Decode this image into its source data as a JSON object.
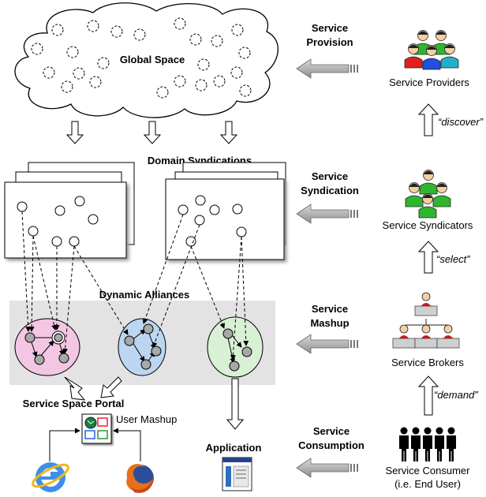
{
  "global_space": "Global Space",
  "domain_syndications": "Domain Syndications",
  "dynamic_alliances": "Dynamic Alliances",
  "service_space_portal": "Service Space Portal",
  "user_mashup": "User Mashup",
  "application": "Application",
  "flows": {
    "provision": [
      "Service",
      "Provision"
    ],
    "syndication": [
      "Service",
      "Syndication"
    ],
    "mashup": [
      "Service",
      "Mashup"
    ],
    "consumption": [
      "Service",
      "Consumption"
    ]
  },
  "roles": {
    "providers": "Service Providers",
    "syndicators": "Service Syndicators",
    "brokers": "Service Brokers",
    "consumer": [
      "Service Consumer",
      "(i.e. End User)"
    ]
  },
  "verbs": {
    "discover": "“discover”",
    "select": "“select”",
    "demand": "“demand”"
  },
  "colors": {
    "pink_alliance": "#f3c6e4",
    "blue_alliance": "#bcd6f2",
    "green_alliance": "#d8f0d4",
    "alliance_band": "#e3e3e3"
  }
}
